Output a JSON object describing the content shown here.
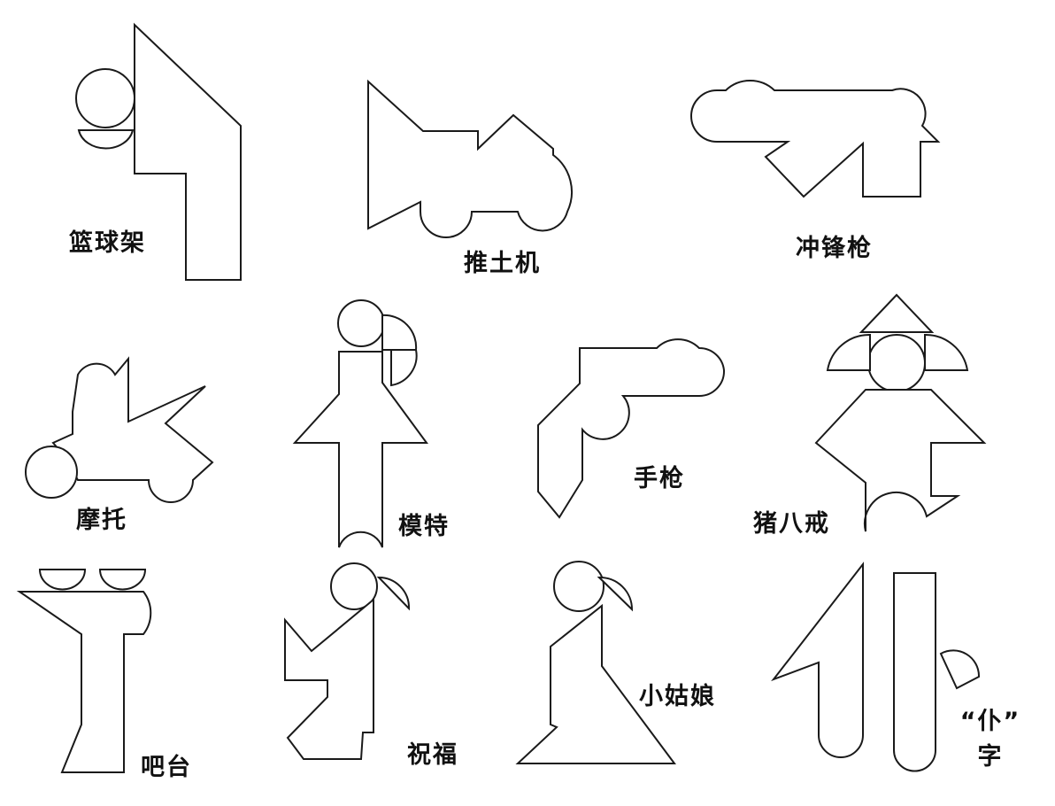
{
  "figures": [
    {
      "id": "basketball-hoop",
      "label": "篮球架"
    },
    {
      "id": "bulldozer",
      "label": "推土机"
    },
    {
      "id": "submachine-gun",
      "label": "冲锋枪"
    },
    {
      "id": "motorcycle",
      "label": "摩托"
    },
    {
      "id": "model",
      "label": "模特"
    },
    {
      "id": "pistol",
      "label": "手枪"
    },
    {
      "id": "zhu-bajie",
      "label": "猪八戒"
    },
    {
      "id": "bar-counter",
      "label": "吧台"
    },
    {
      "id": "blessing",
      "label": "祝福"
    },
    {
      "id": "little-girl",
      "label": "小姑娘"
    },
    {
      "id": "pu-character",
      "label": "“仆”",
      "label_line2": "字"
    }
  ],
  "colors": {
    "stroke": "#1a1a1a",
    "fill": "#ffffff",
    "text": "#111111"
  }
}
